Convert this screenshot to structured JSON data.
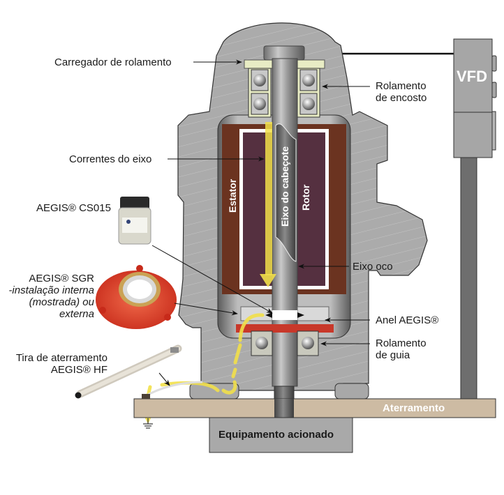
{
  "diagram": {
    "labels": {
      "thrust_bearing_loader": "Carregador de rolamento",
      "thrust_bearing": [
        "Rolamento",
        "de encosto"
      ],
      "shaft_currents": "Correntes do eixo",
      "cs015": "AEGIS® CS015",
      "sgr": [
        "AEGIS® SGR",
        "-instalação interna",
        "(mostrada) ou",
        "externa"
      ],
      "grounding_strap": [
        "Tira de aterramento",
        "AEGIS® HF"
      ],
      "stator": "Estator",
      "head_shaft": "Eixo do cabeçote",
      "rotor": "Rotor",
      "hollow_shaft": "Eixo oco",
      "aegis_ring": "Anel AEGIS®",
      "guide_bearing": [
        "Rolamento",
        "de guia"
      ],
      "grounding": "Aterramento",
      "driven_equipment": "Equipamento acionado",
      "vfd": "VFD"
    },
    "colors": {
      "housing": "#ababab",
      "stator": "#6b3320",
      "rotor": "#553040",
      "current_arrow": "#f2e04a",
      "sgr_red": "#c8382a",
      "ground_plate": "#cdbba3",
      "bearing_loader": "#e8ecc4",
      "vfd": "#a6a6a6"
    }
  }
}
